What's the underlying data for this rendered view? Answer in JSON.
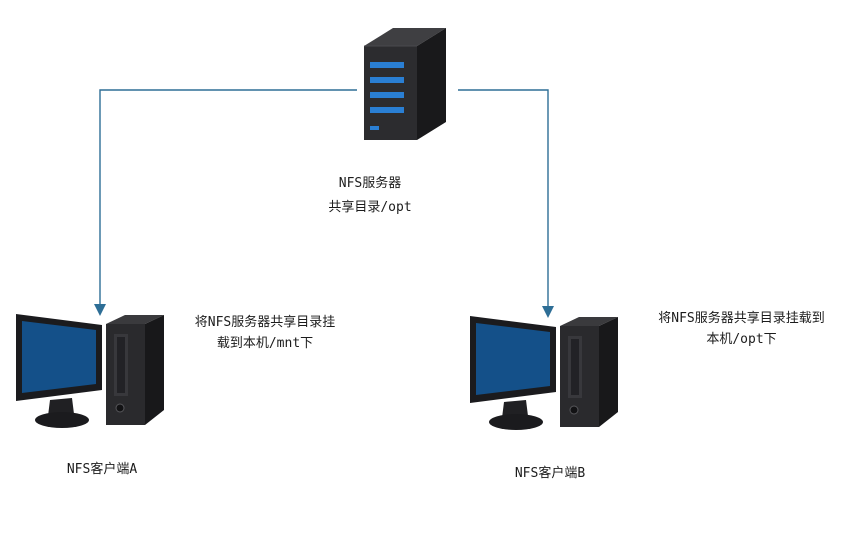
{
  "colors": {
    "line": "#2e6e96",
    "screen": "#145089",
    "stripe": "#2a7fd4"
  },
  "server": {
    "name": "NFS服务器",
    "share": "共享目录/opt"
  },
  "clients": {
    "a": {
      "label": "NFS客户端A",
      "note1": "将NFS服务器共享目录挂",
      "note2": "载到本机/mnt下"
    },
    "b": {
      "label": "NFS客户端B",
      "note1": "将NFS服务器共享目录挂载到",
      "note2": "本机/opt下"
    }
  }
}
